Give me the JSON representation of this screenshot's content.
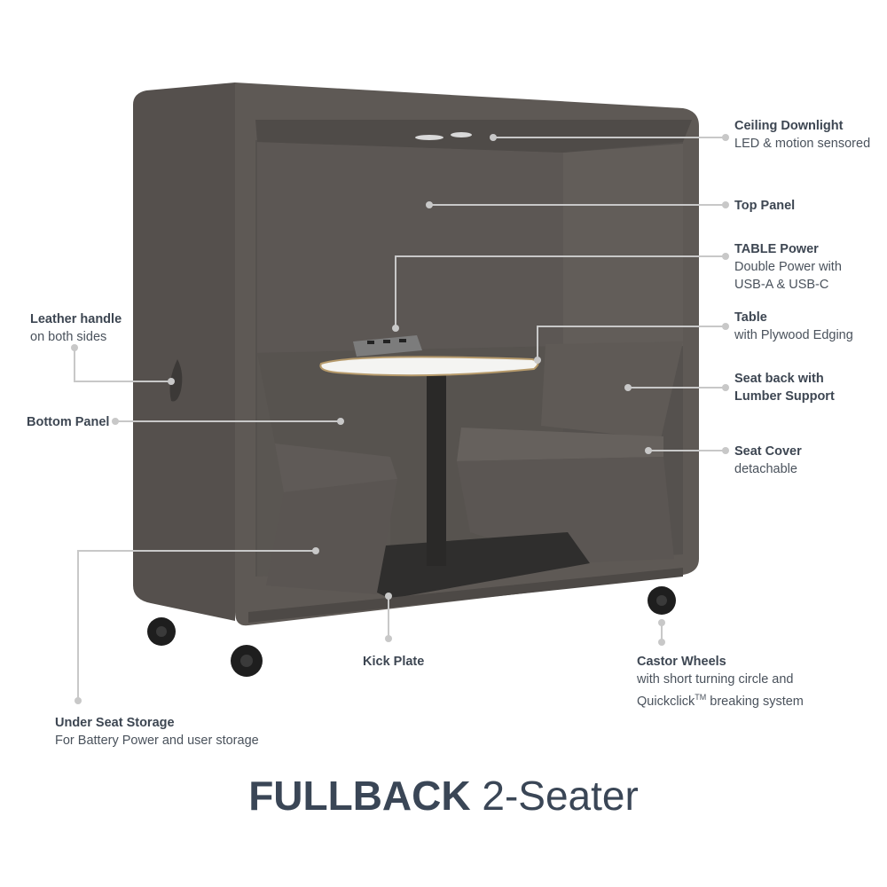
{
  "product": {
    "name_bold": "FULLBACK",
    "name_rest": " 2-Seater"
  },
  "callouts": {
    "ceiling_downlight": {
      "title": "Ceiling Downlight",
      "sub": "LED & motion sensored"
    },
    "top_panel": {
      "title": "Top Panel"
    },
    "table_power": {
      "title": "TABLE Power",
      "sub1": "Double Power with",
      "sub2": "USB-A & USB-C"
    },
    "table": {
      "title": "Table",
      "sub": "with Plywood Edging"
    },
    "seat_back": {
      "title1": "Seat back with",
      "title2": "Lumber Support"
    },
    "seat_cover": {
      "title": "Seat Cover",
      "sub": "detachable"
    },
    "leather_handle": {
      "title": "Leather handle",
      "sub": "on both sides"
    },
    "bottom_panel": {
      "title": "Bottom Panel"
    },
    "kick_plate": {
      "title": "Kick Plate"
    },
    "castor_wheels": {
      "title": "Castor Wheels",
      "sub1": "with short turning circle and",
      "sub2_a": "Quickclick",
      "sub2_tm": "TM",
      "sub2_b": " breaking system"
    },
    "under_seat_storage": {
      "title": "Under Seat Storage",
      "sub": "For Battery Power and user storage"
    }
  },
  "colors": {
    "fabric": "#5e5955",
    "fabric_dark": "#4a4643",
    "fabric_light": "#6b6662",
    "leader": "#c8c8c8",
    "text": "#3d4652"
  }
}
